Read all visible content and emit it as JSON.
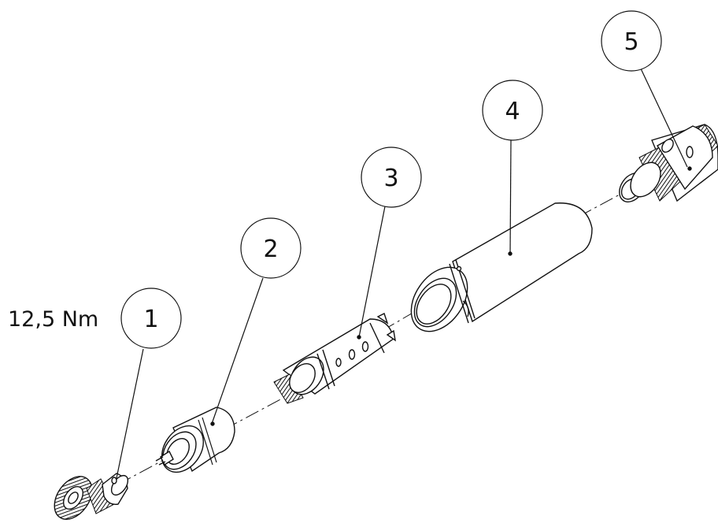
{
  "callouts": [
    {
      "number": "1"
    },
    {
      "number": "2"
    },
    {
      "number": "3"
    },
    {
      "number": "4"
    },
    {
      "number": "5"
    }
  ],
  "torque_label": "12,5 Nm",
  "colors": {
    "line": "#111111",
    "background": "#ffffff",
    "knurl": "#1a1a1a"
  }
}
